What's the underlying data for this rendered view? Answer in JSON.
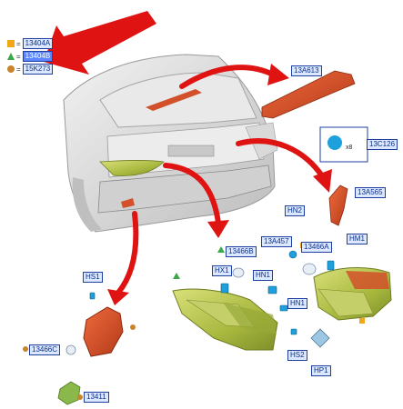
{
  "legend": [
    {
      "marker": "square",
      "color": "#f0a818",
      "code": "13404A"
    },
    {
      "marker": "triangle",
      "color": "#3aa845",
      "code": "13404B"
    },
    {
      "marker": "circle",
      "color": "#c9832b",
      "code": "15K273"
    }
  ],
  "legend_eq": "=",
  "callouts": {
    "high_mount": "13A613",
    "rear_bumper_lamp": "13A565",
    "clip_pack": "13C126",
    "clip_qty": "x8",
    "hn2": "HN2",
    "hm1": "HM1",
    "lamp_13a457": "13A457",
    "lamp_13466a": "13466A",
    "lamp_13466b": "13466B",
    "hx1": "HX1",
    "hn1_upper": "HN1",
    "hn1_lower": "HN1",
    "hs1": "HS1",
    "hs2": "HS2",
    "hp1": "HP1",
    "socket_13466c": "13466C",
    "connector_13411": "13411"
  },
  "colors": {
    "arrow_red": "#e01313",
    "lens_green": "#b8c94a",
    "lamp_red": "#d2512a",
    "clip_blue": "#1ea0dc",
    "car_gray": "#d8d8d8",
    "label_blue": "#1f3fa0"
  }
}
